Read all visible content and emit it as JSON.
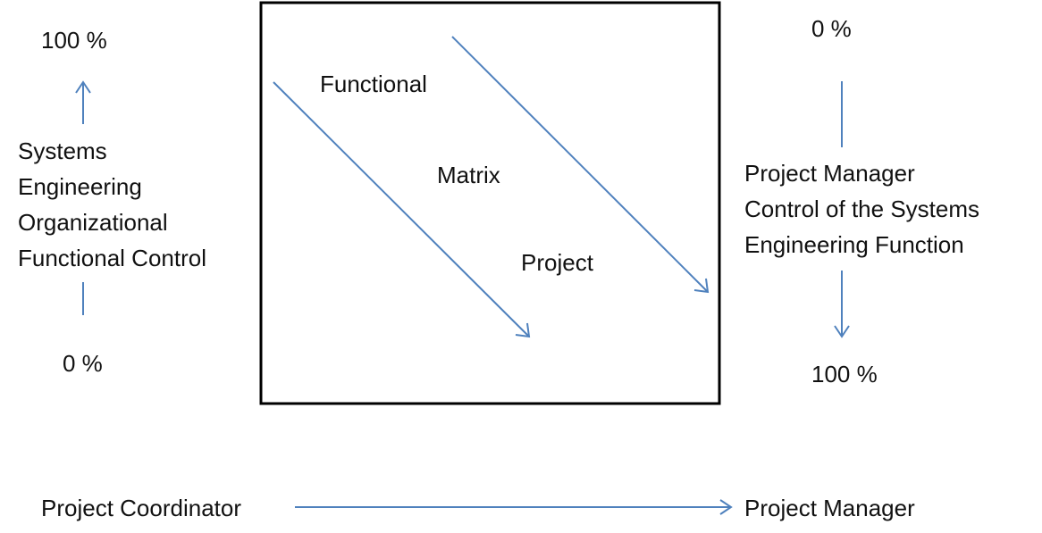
{
  "colors": {
    "arrow": "#4f81bd",
    "box_border": "#000000",
    "text": "#111111"
  },
  "left_scale": {
    "top_label": "100 %",
    "bottom_label": "0 %",
    "caption_lines": [
      "Systems",
      "Engineering",
      "Organizational",
      "Functional Control"
    ]
  },
  "right_scale": {
    "top_label": "0 %",
    "bottom_label": "100 %",
    "caption_lines": [
      "Project Manager",
      "Control of the Systems",
      "Engineering Function"
    ]
  },
  "box": {
    "labels": {
      "functional": "Functional",
      "matrix": "Matrix",
      "project": "Project"
    }
  },
  "bottom_axis": {
    "start_label": "Project Coordinator",
    "end_label": "Project Manager"
  }
}
